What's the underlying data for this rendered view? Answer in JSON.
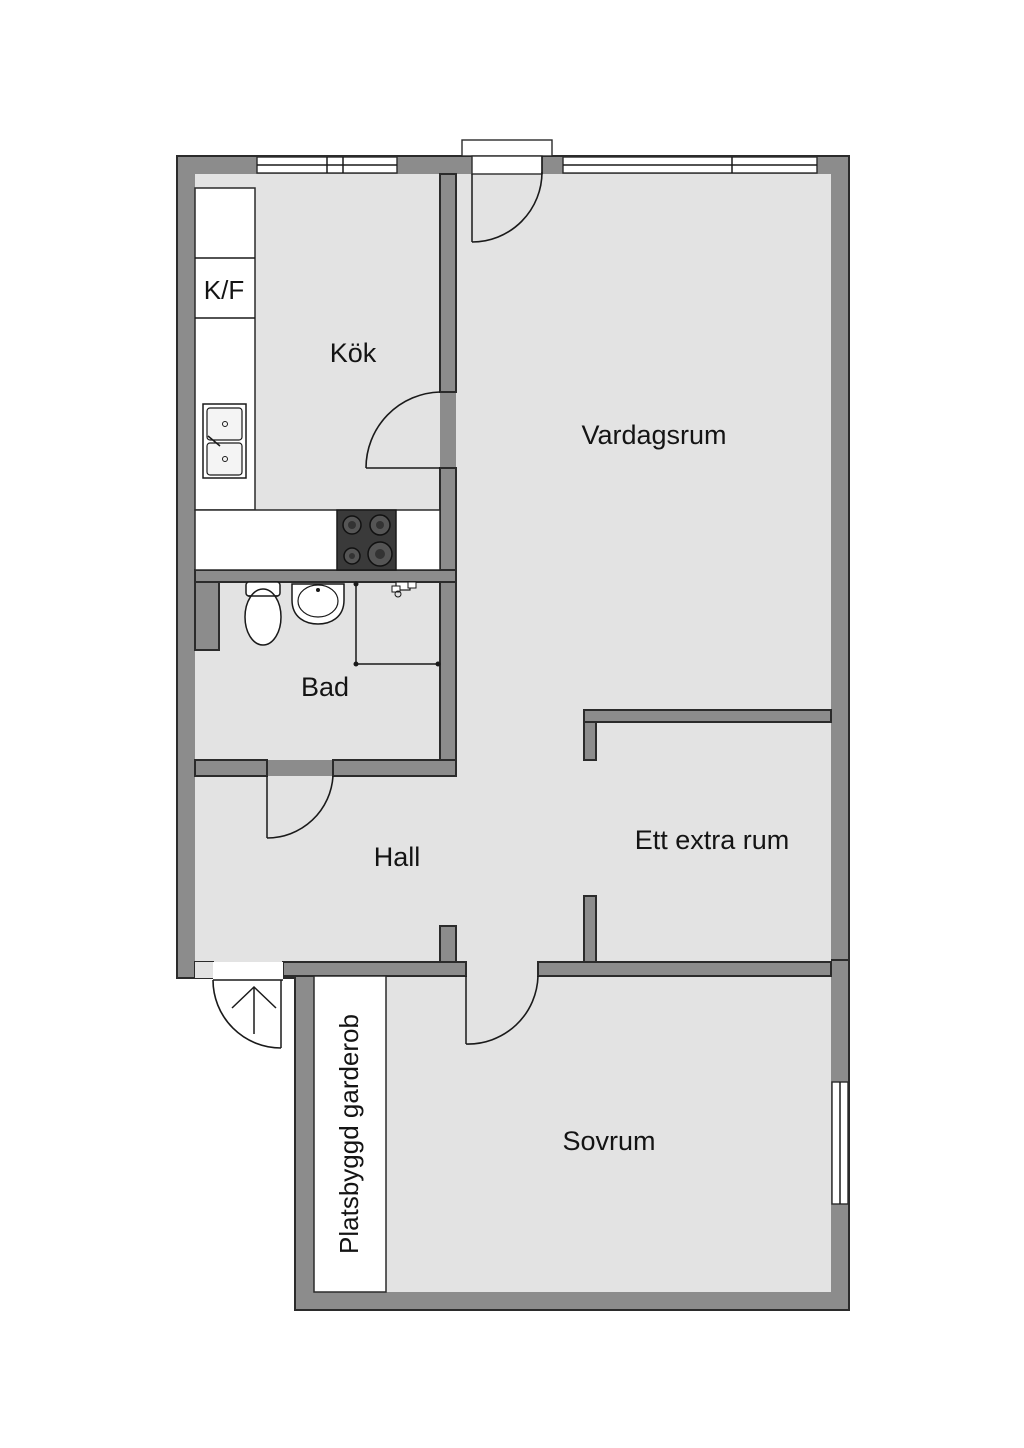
{
  "rooms": {
    "kitchen": "Kök",
    "living": "Vardagsrum",
    "bath": "Bad",
    "hall": "Hall",
    "extra": "Ett extra rum",
    "bedroom": "Sovrum"
  },
  "fixtures": {
    "fridge": "K/F",
    "wardrobe": "Platsbyggd garderob"
  },
  "colors": {
    "wall": "#8c8c8c",
    "floor": "#e3e3e3",
    "cooktop": "#3a3a3a"
  }
}
